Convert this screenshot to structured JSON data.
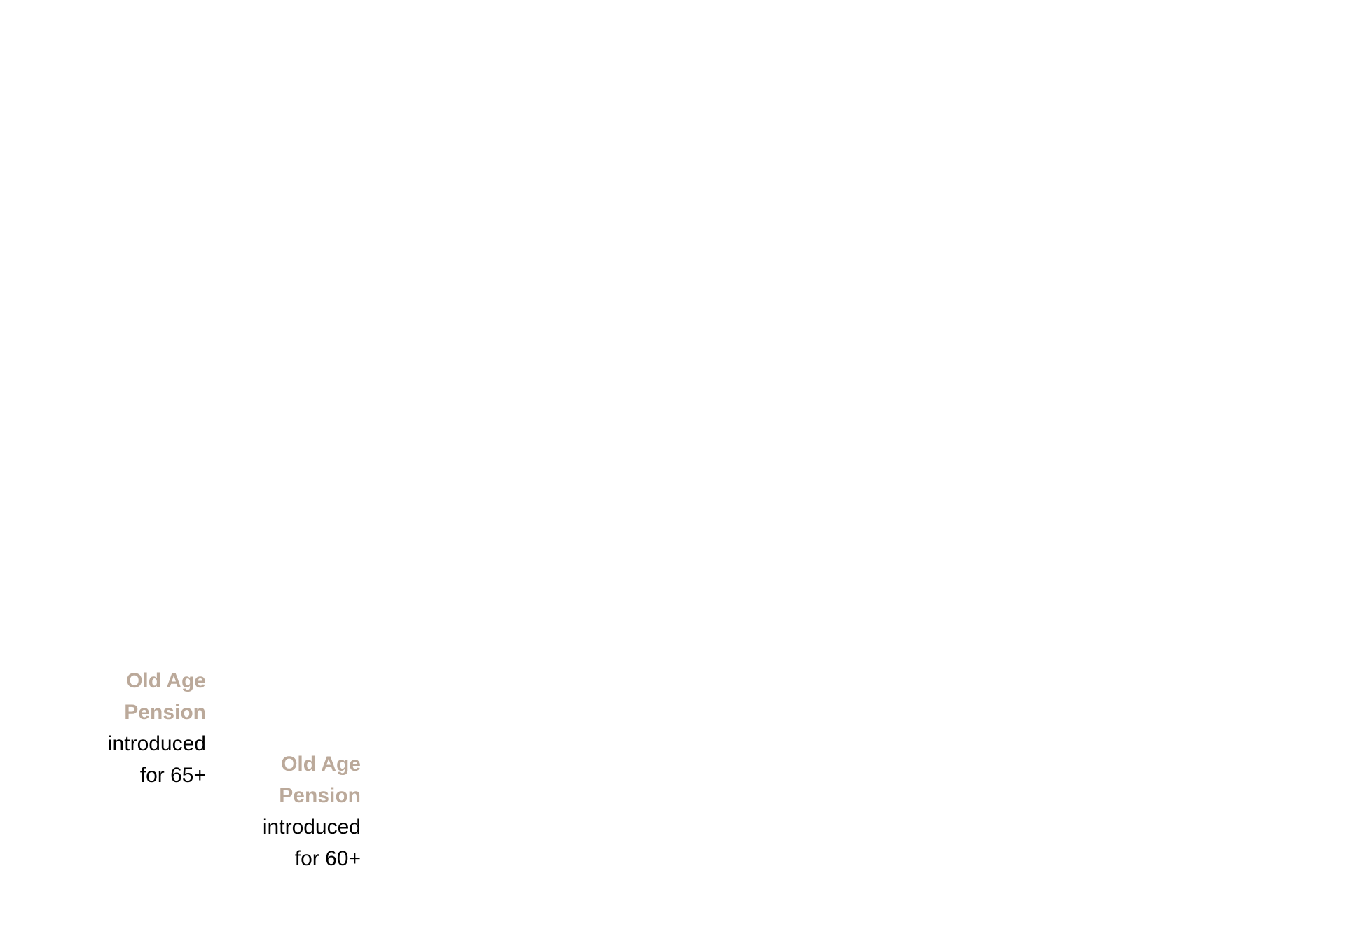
{
  "annotations": [
    {
      "highlight_lines": [
        "Old Age",
        "Pension"
      ],
      "text_lines": [
        "introduced",
        "for 65+"
      ]
    },
    {
      "highlight_lines": [
        "Old Age",
        "Pension"
      ],
      "text_lines": [
        "introduced",
        "for 60+"
      ]
    }
  ],
  "colors": {
    "highlight": "#bba99a",
    "text": "#000000"
  }
}
